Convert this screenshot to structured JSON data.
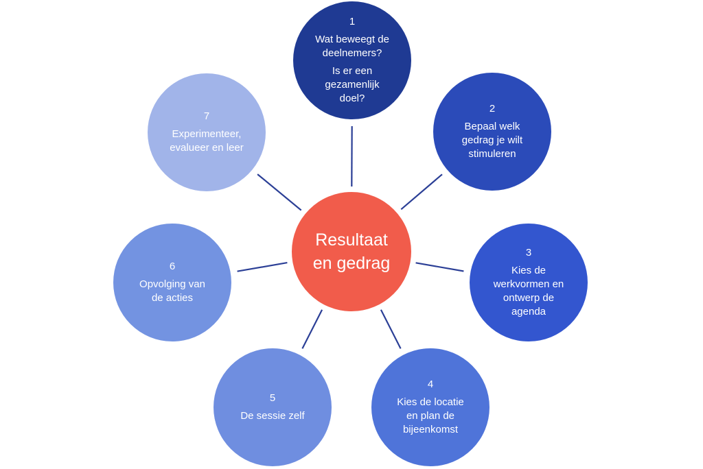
{
  "center": {
    "lines": [
      "Resultaat",
      "en gedrag"
    ],
    "color": "#f15c4b"
  },
  "steps": [
    {
      "number": "1",
      "lines": [
        "Wat beweegt de",
        "deelnemers?",
        "",
        "Is er een",
        "gezamenlijk",
        "doel?"
      ],
      "color": "#1f3a93"
    },
    {
      "number": "2",
      "lines": [
        "Bepaal welk",
        "gedrag je wilt",
        "stimuleren"
      ],
      "color": "#2b4bb9"
    },
    {
      "number": "3",
      "lines": [
        "Kies de",
        "werkvormen en",
        "ontwerp de",
        "agenda"
      ],
      "color": "#3356cf"
    },
    {
      "number": "4",
      "lines": [
        "Kies de locatie",
        "en plan de",
        "bijeenkomst"
      ],
      "color": "#4f74d9"
    },
    {
      "number": "5",
      "lines": [
        "De sessie zelf"
      ],
      "color": "#6f8ee0"
    },
    {
      "number": "6",
      "lines": [
        "Opvolging van",
        "de acties"
      ],
      "color": "#7393e1"
    },
    {
      "number": "7",
      "lines": [
        "Experimenteer,",
        "evalueer en leer"
      ],
      "color": "#a1b4e9"
    }
  ],
  "connector_color": "#2b3f96"
}
